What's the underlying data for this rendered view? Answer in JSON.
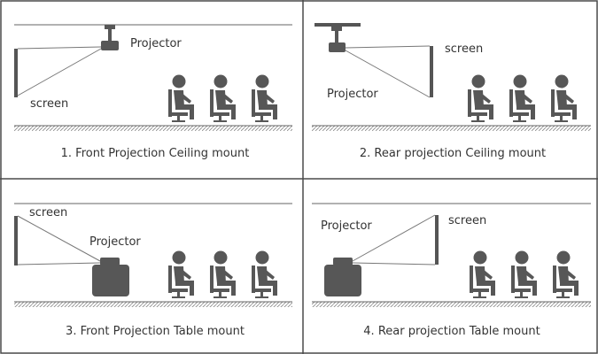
{
  "colors": {
    "ink": "#555555",
    "text": "#333333",
    "border": "#4a4a4a",
    "device": "#575757"
  },
  "panels": [
    {
      "caption": "1. Front Projection Ceiling mount",
      "projector_label": "Projector",
      "screen_label": "screen"
    },
    {
      "caption": "2. Rear projection Ceiling mount",
      "projector_label": "Projector",
      "screen_label": "screen"
    },
    {
      "caption": "3. Front Projection Table mount",
      "projector_label": "Projector",
      "screen_label": "screen"
    },
    {
      "caption": "4. Rear projection Table mount",
      "projector_label": "Projector",
      "screen_label": "screen"
    }
  ]
}
